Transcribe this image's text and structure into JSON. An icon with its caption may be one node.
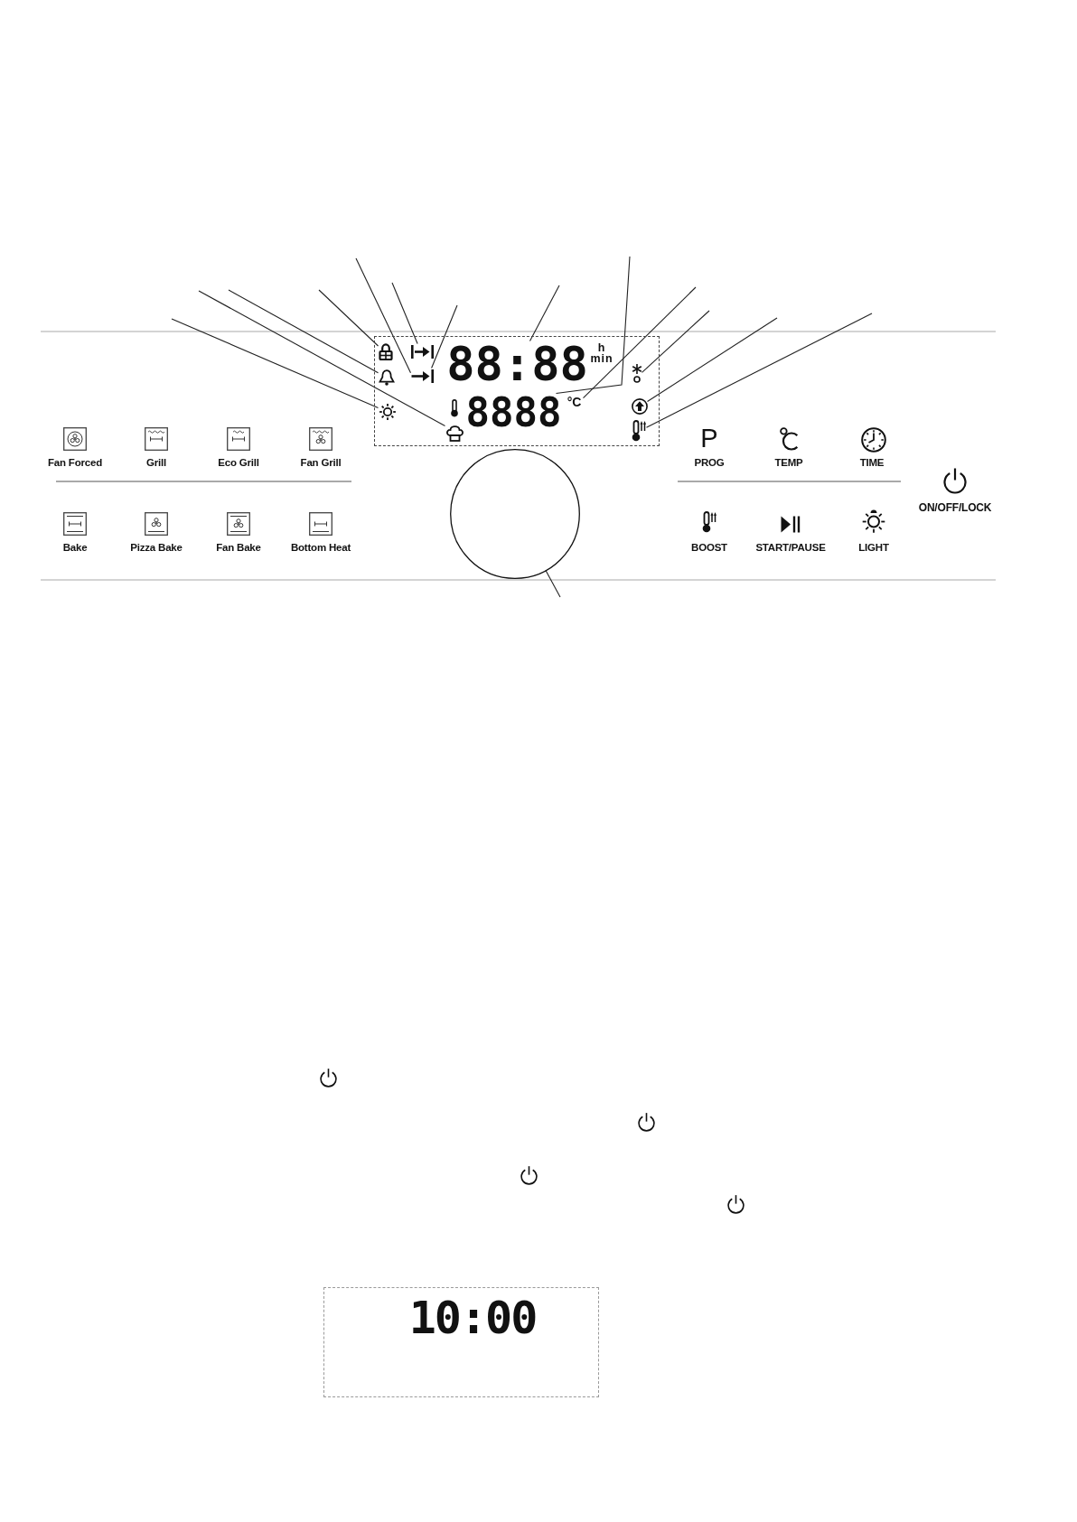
{
  "diagram": {
    "nodes": [
      {
        "text": [],
        "shape": "box"
      },
      {
        "text": [],
        "shape": "picture",
        "in": 0
      },
      {
        "text": [],
        "shape": "picture",
        "in": 0
      },
      {
        "text": [
          "88:88"
        ],
        "in": 0
      },
      {
        "text": [],
        "shape": "picture",
        "in": 0
      },
      {
        "text": [],
        "shape": "picture",
        "in": 0
      },
      {
        "text": [],
        "shape": "picture",
        "in": 0
      },
      {
        "text": [],
        "shape": "picture",
        "in": 0
      },
      {
        "text": [
          "8888"
        ],
        "in": 0
      },
      {
        "text": [
          "°C"
        ],
        "in": 0
      },
      {
        "text": [],
        "shape": "picture",
        "in": 0
      },
      {
        "text": [],
        "shape": "picture",
        "in": 0
      },
      {
        "text": [],
        "shape": "picture",
        "in": 0
      },
      {
        "text": [],
        "shape": "circle"
      },
      {
        "text": [
          "10:00"
        ]
      }
    ],
    "edges": [
      {
        "from": null,
        "to": 7,
        "arrow": "none"
      },
      {
        "from": null,
        "to": 11,
        "arrow": "none"
      },
      {
        "from": null,
        "to": 4,
        "arrow": "none"
      },
      {
        "from": null,
        "to": 1,
        "arrow": "none"
      },
      {
        "from": null,
        "to": 5,
        "arrow": "none"
      },
      {
        "from": null,
        "to": 2,
        "arrow": "none"
      },
      {
        "from": null,
        "to": 5,
        "arrow": "none"
      },
      {
        "from": null,
        "to": 3,
        "arrow": "none"
      },
      {
        "from": null,
        "to": 8,
        "arrow": "none"
      },
      {
        "from": null,
        "to": 9,
        "arrow": "none"
      },
      {
        "from": null,
        "to": 6,
        "arrow": "none"
      },
      {
        "from": null,
        "to": 10,
        "arrow": "none"
      },
      {
        "from": null,
        "to": 12,
        "arrow": "none"
      },
      {
        "from": null,
        "to": 13,
        "arrow": "none"
      }
    ],
    "labels": [
      "h min",
      "P",
      "Fan Forced",
      "Grill",
      "Eco Grill",
      "Fan Grill",
      "PROG",
      "TEMP",
      "TIME",
      "ON/OFF/LOCK",
      "Bake",
      "Pizza Bake",
      "Fan Bake",
      "Bottom Heat",
      "BOOST",
      "START/PAUSE",
      "LIGHT"
    ]
  }
}
